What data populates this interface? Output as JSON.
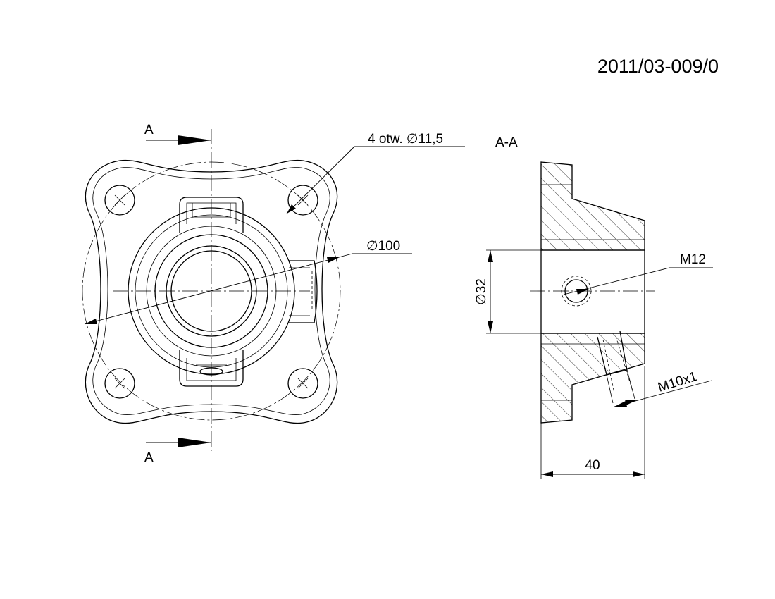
{
  "drawing_number": "2011/03-009/0",
  "section_marker_top": "A",
  "section_marker_bottom": "A",
  "section_view_title": "A-A",
  "dims": {
    "holes": "4 otw. ∅11,5",
    "bolt_circle": "∅100",
    "bore": "∅32",
    "cross_thread": "M12",
    "angled_thread": "M10x1",
    "length": "40"
  }
}
